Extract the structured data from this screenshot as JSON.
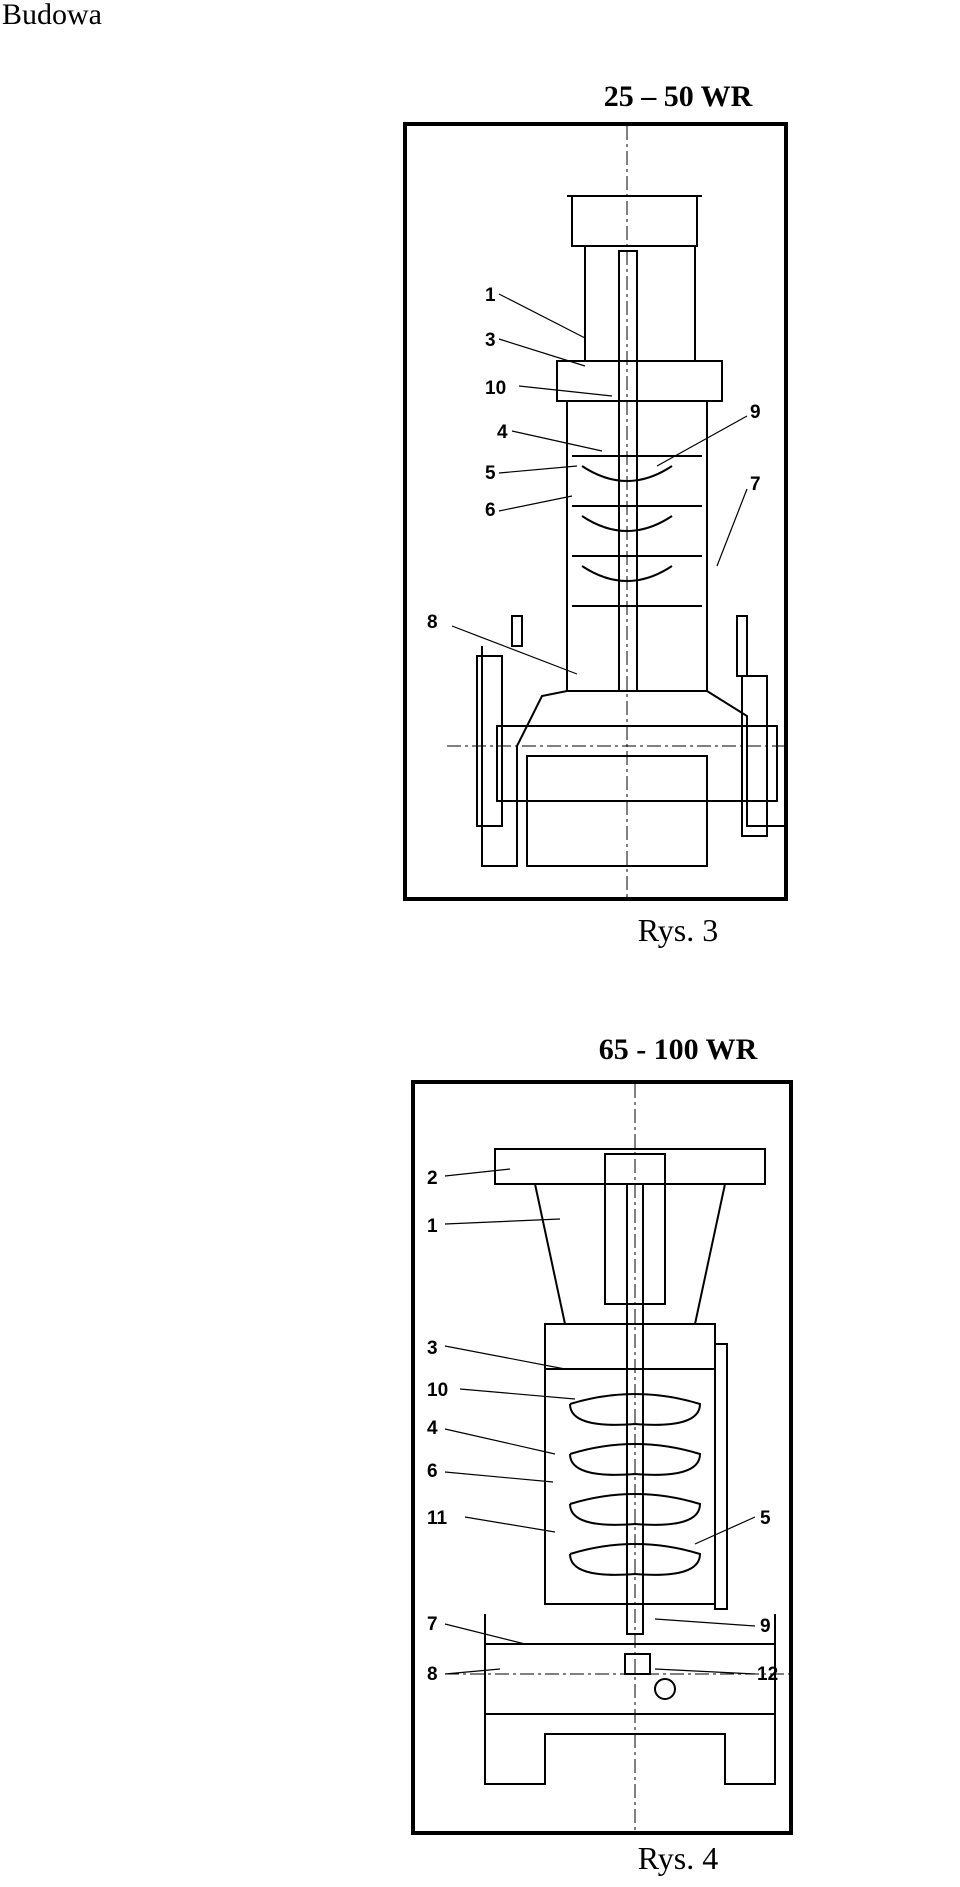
{
  "page": {
    "heading": "Budowa"
  },
  "figures": [
    {
      "title": "25 – 50 WR",
      "caption": "Rys. 3",
      "part_labels": [
        "1",
        "3",
        "10",
        "4",
        "5",
        "6",
        "8",
        "9",
        "7"
      ]
    },
    {
      "title": "65 - 100 WR",
      "caption": "Rys. 4",
      "part_labels": [
        "2",
        "1",
        "3",
        "10",
        "4",
        "6",
        "11",
        "7",
        "8",
        "5",
        "9",
        "12"
      ]
    }
  ]
}
